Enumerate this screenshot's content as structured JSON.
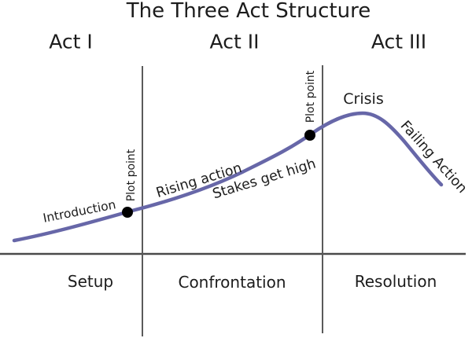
{
  "title": "The Three Act Structure",
  "acts": [
    {
      "label": "Act I"
    },
    {
      "label": "Act II"
    },
    {
      "label": "Act III"
    }
  ],
  "phases": [
    {
      "label": "Setup"
    },
    {
      "label": "Confrontation"
    },
    {
      "label": "Resolution"
    }
  ],
  "curve_labels": {
    "introduction": "Introduction",
    "plot_point_1": "Plot point",
    "rising_action": "Rising action",
    "stakes": "Stakes get high",
    "plot_point_2": "Plot point",
    "crisis": "Crisis",
    "failing_action": "Failing Action"
  },
  "colors": {
    "curve": "#6767a8",
    "axis": "#4a4a4a",
    "divider": "#5a5a5a",
    "dot": "#000000",
    "text": "#1c1c1c"
  }
}
